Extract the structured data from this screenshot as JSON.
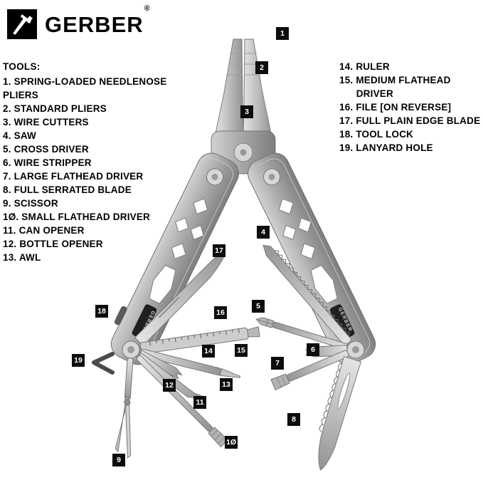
{
  "brand": {
    "name": "GERBER",
    "registered": "®"
  },
  "tools": {
    "heading": "TOOLS:",
    "left": [
      "1. SPRING-LOADED NEEDLENOSE\nPLIERS",
      "2. STANDARD PLIERS",
      "3. WIRE CUTTERS",
      "4. SAW",
      "5. CROSS DRIVER",
      "6. WIRE STRIPPER",
      "7. LARGE FLATHEAD DRIVER",
      "8. FULL SERRATED BLADE",
      "9. SCISSOR",
      "1Ø. SMALL FLATHEAD DRIVER",
      "11. CAN OPENER",
      "12. BOTTLE OPENER",
      "13. AWL"
    ],
    "right": [
      "14. RULER",
      "15. MEDIUM FLATHEAD\n      DRIVER",
      "16. FILE [ON REVERSE]",
      "17. FULL PLAIN EDGE BLADE",
      "18. TOOL LOCK",
      "19. LANYARD HOLE"
    ]
  },
  "callouts": {
    "c1": "1",
    "c2": "2",
    "c3": "3",
    "c4": "4",
    "c5": "5",
    "c6": "6",
    "c7": "7",
    "c8": "8",
    "c9": "9",
    "c10": "1Ø",
    "c11": "11",
    "c12": "12",
    "c13": "13",
    "c14": "14",
    "c15": "15",
    "c16": "16",
    "c17": "17",
    "c18": "18",
    "c19": "19"
  },
  "illustration": {
    "handle_text": "GERBER"
  },
  "colors": {
    "label_bg": "#0d0d0d",
    "label_text": "#ffffff",
    "metal_light": "#e2e2e2",
    "metal_dark": "#7e7e7e"
  }
}
